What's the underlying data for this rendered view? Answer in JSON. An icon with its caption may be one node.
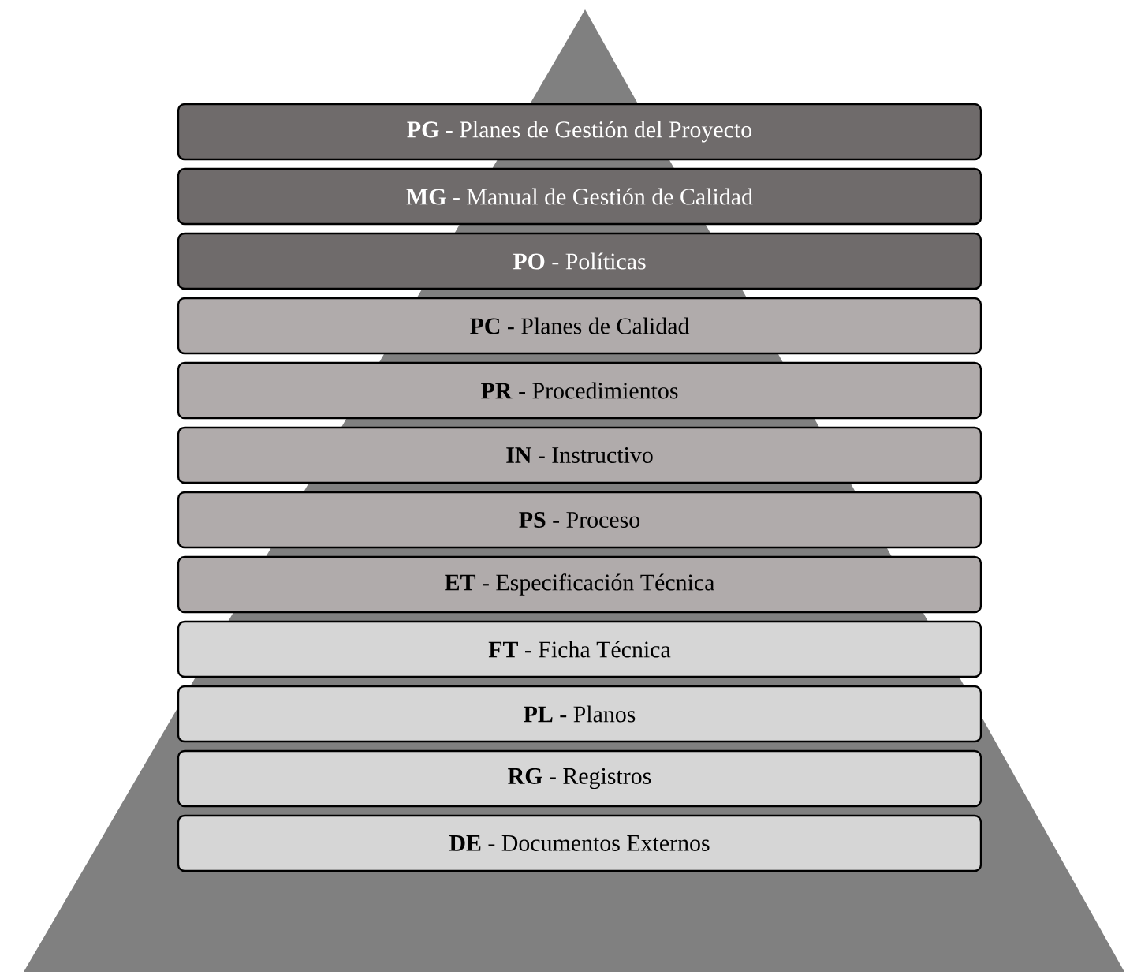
{
  "diagram": {
    "nodes": [
      {
        "text": [
          "**PG** - Planes de Gestión del Proyecto"
        ]
      },
      {
        "text": [
          "**MG** - Manual de Gestión de Calidad"
        ]
      },
      {
        "text": [
          "**PO** - Políticas"
        ]
      },
      {
        "text": [
          "**PC** - Planes de Calidad"
        ]
      },
      {
        "text": [
          "**PR** - Procedimientos"
        ]
      },
      {
        "text": [
          "**IN** - Instructivo"
        ]
      },
      {
        "text": [
          "**PS** - Proceso"
        ]
      },
      {
        "text": [
          "**ET** - Especificación Técnica"
        ]
      },
      {
        "text": [
          "**FT** - Ficha Técnica"
        ]
      },
      {
        "text": [
          "**PL** - Planos"
        ]
      },
      {
        "text": [
          "**RG** - Registros"
        ]
      },
      {
        "text": [
          "**DE** - Documentos Externos"
        ]
      }
    ]
  }
}
